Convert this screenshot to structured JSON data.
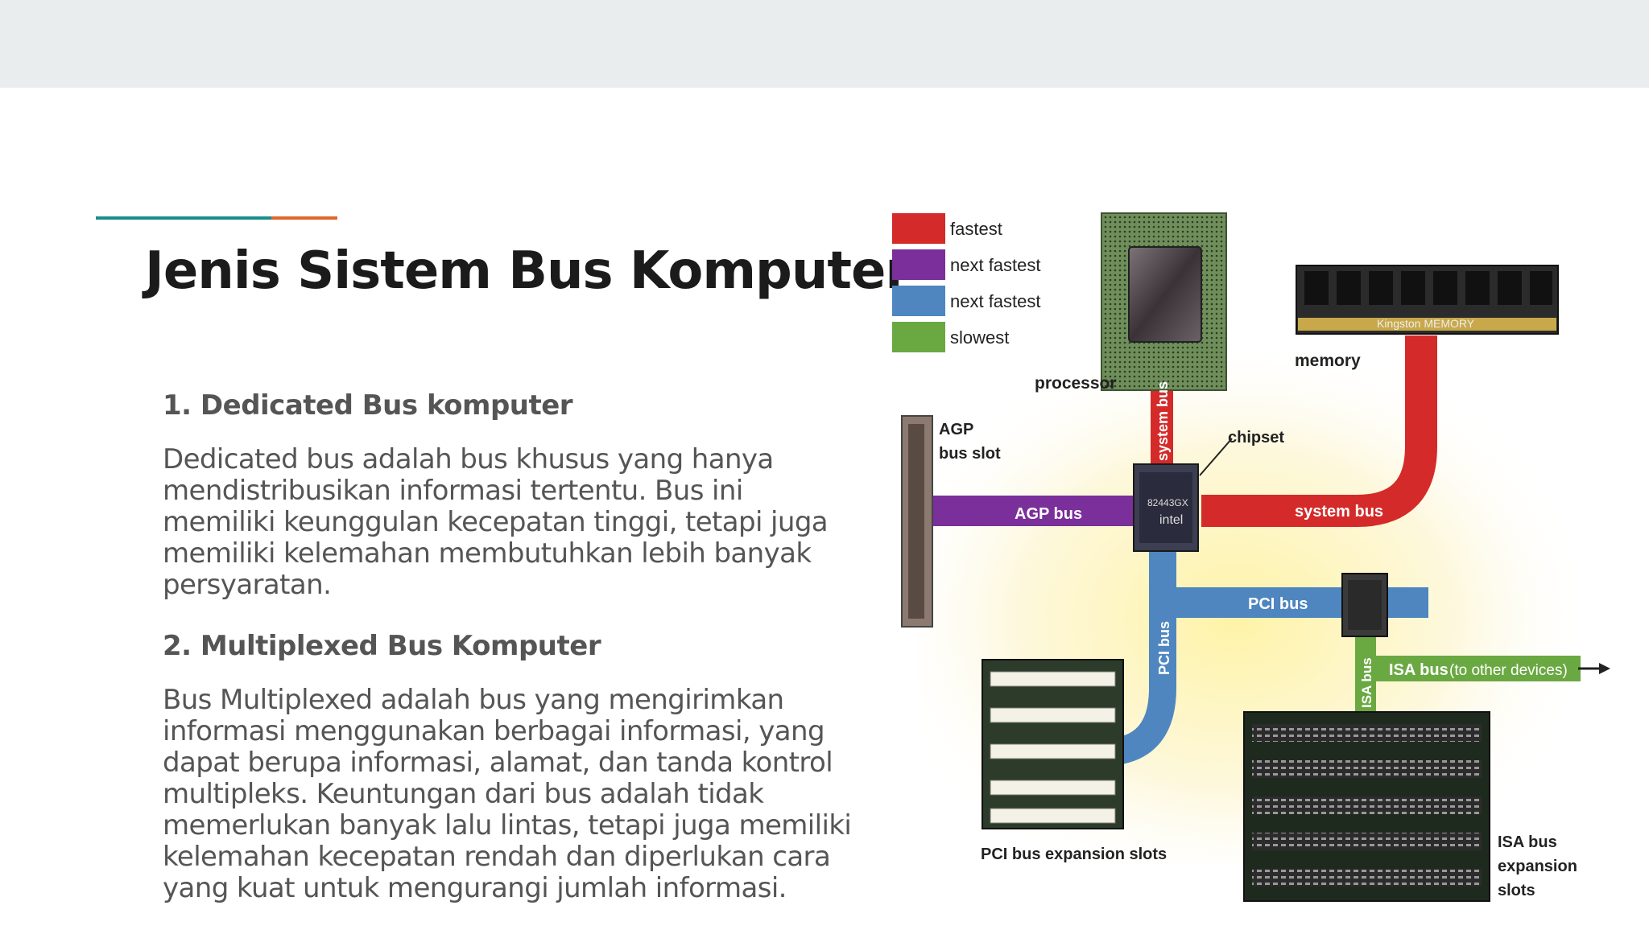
{
  "slide": {
    "title": "Jenis Sistem Bus Komputer",
    "colors": {
      "band": "#e9eded",
      "accent_teal": "#1a8c8c",
      "accent_orange": "#e0662a"
    },
    "sections": [
      {
        "heading": "1. Dedicated Bus komputer",
        "body": "Dedicated bus adalah bus khusus yang hanya mendistribusikan informasi tertentu. Bus ini memiliki keunggulan kecepatan tinggi, tetapi juga memiliki kelemahan membutuhkan lebih banyak persyaratan."
      },
      {
        "heading": "2. Multiplexed Bus Komputer",
        "body": "Bus Multiplexed adalah bus yang mengirimkan informasi menggunakan berbagai informasi, yang dapat berupa informasi, alamat, dan tanda kontrol multipleks. Keuntungan dari bus adalah tidak memerlukan banyak lalu lintas, tetapi juga memiliki kelemahan kecepatan rendah dan diperlukan cara yang kuat untuk mengurangi jumlah informasi."
      }
    ]
  },
  "diagram": {
    "legend": [
      {
        "label": "fastest",
        "color": "#d42a2a"
      },
      {
        "label": "next fastest",
        "color": "#7a2f9a"
      },
      {
        "label": "next fastest",
        "color": "#4f86c0"
      },
      {
        "label": "slowest",
        "color": "#6aa842"
      }
    ],
    "labels": {
      "processor": "processor",
      "memory": "memory",
      "memory_brand": "Kingston MEMORY",
      "agp_slot_line1": "AGP",
      "agp_slot_line2": "bus slot",
      "chipset": "chipset",
      "chip_model": "82443GX",
      "chip_brand": "intel",
      "agp_bus": "AGP bus",
      "system_bus_vertical": "system bus",
      "system_bus_horizontal": "system bus",
      "pci_bus_horizontal": "PCI bus",
      "pci_bus_vertical": "PCI bus",
      "isa_bus_vertical": "ISA bus",
      "isa_bus": "ISA bus",
      "other_devices": "(to other devices)",
      "pci_slots": "PCI bus expansion slots",
      "isa_slots_line1": "ISA bus",
      "isa_slots_line2": "expansion",
      "isa_slots_line3": "slots"
    }
  }
}
